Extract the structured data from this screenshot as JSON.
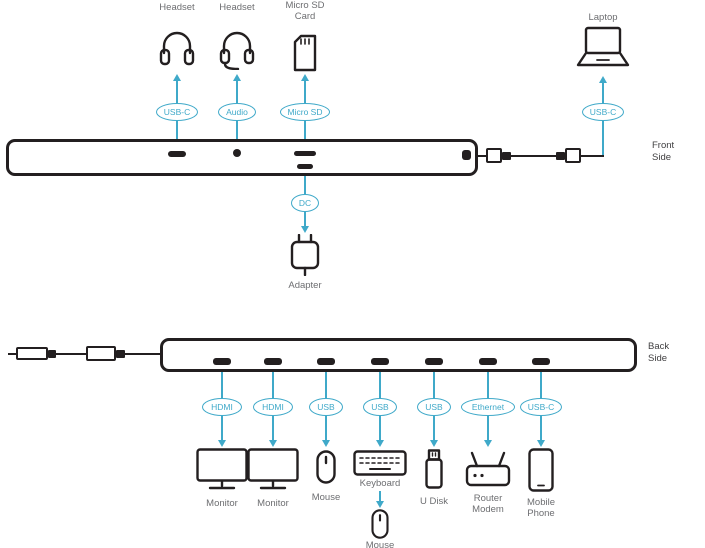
{
  "colors": {
    "accent": "#3FA9C9",
    "outline": "#231F20",
    "label_gray": "#6D6E71"
  },
  "front": {
    "side_label_lines": [
      "Front",
      "Side"
    ],
    "devices": [
      {
        "label_lines": [
          "Headset"
        ],
        "port": "USB-C"
      },
      {
        "label_lines": [
          "Headset"
        ],
        "port": "Audio"
      },
      {
        "label_lines": [
          "Micro SD",
          "Card"
        ],
        "port": "Micro SD"
      }
    ],
    "host": {
      "label_lines": [
        "Laptop"
      ],
      "port": "USB-C"
    },
    "power": {
      "port": "DC",
      "label_lines": [
        "Adapter"
      ]
    }
  },
  "back": {
    "side_label_lines": [
      "Back",
      "Side"
    ],
    "connections": [
      {
        "port": "HDMI",
        "label_lines": [
          "Monitor"
        ]
      },
      {
        "port": "HDMI",
        "label_lines": [
          "Monitor"
        ]
      },
      {
        "port": "USB",
        "label_lines": [
          "Mouse"
        ]
      },
      {
        "port": "USB",
        "label_lines": [
          "Keyboard"
        ],
        "chained": {
          "label_lines": [
            "Mouse"
          ]
        }
      },
      {
        "port": "USB",
        "label_lines": [
          "U Disk"
        ]
      },
      {
        "port": "Ethernet",
        "label_lines": [
          "Router",
          "Modem"
        ]
      },
      {
        "port": "USB-C",
        "label_lines": [
          "Mobile",
          "Phone"
        ]
      }
    ]
  }
}
